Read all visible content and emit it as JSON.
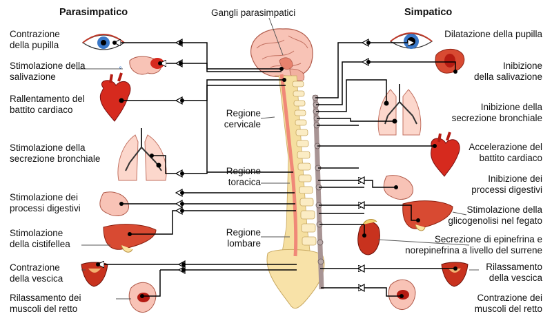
{
  "headings": {
    "parasympathetic": "Parasimpatico",
    "ganglia": "Gangli parasimpatici",
    "sympathetic": "Simpatico"
  },
  "regions": {
    "cervical": [
      "Regione",
      "cervicale"
    ],
    "thoracic": [
      "Regione",
      "toracica"
    ],
    "lumbar": [
      "Regione",
      "lombare"
    ]
  },
  "parasympathetic_effects": [
    [
      "Contrazione",
      "della pupilla"
    ],
    [
      "Stimolazione della",
      "salivazione"
    ],
    [
      "Rallentamento del",
      "battito cardiaco"
    ],
    [
      "Stimolazione della",
      "secrezione bronchiale"
    ],
    [
      "Stimolazione dei",
      "processi digestivi"
    ],
    [
      "Stimolazione",
      "della cistifellea"
    ],
    [
      "Contrazione",
      "della vescica"
    ],
    [
      "Rilassamento dei",
      "muscoli del retto"
    ]
  ],
  "sympathetic_effects": [
    [
      "Dilatazione della pupilla"
    ],
    [
      "Inibizione",
      "della salivazione"
    ],
    [
      "Inibizione della",
      "secrezione bronchiale"
    ],
    [
      "Accelerazione del",
      "battito cardiaco"
    ],
    [
      "Inibizione dei",
      "processi digestivi"
    ],
    [
      "Stimolazione della",
      "glicogenolisi nel fegato"
    ],
    [
      "Secrezione di epinefrina e",
      "norepinefrina a livello del surrene"
    ],
    [
      "Rilassamento",
      "della vescica"
    ],
    [
      "Contrazione dei",
      "muscoli del retto"
    ]
  ],
  "colors": {
    "spine": "#f5dfa0",
    "spinal_cord": "#f4a090",
    "ganglion_chain": "#a89494",
    "organ_red": "#d62a1e",
    "organ_pink": "#f8c3b6",
    "nerve": "#000000"
  }
}
